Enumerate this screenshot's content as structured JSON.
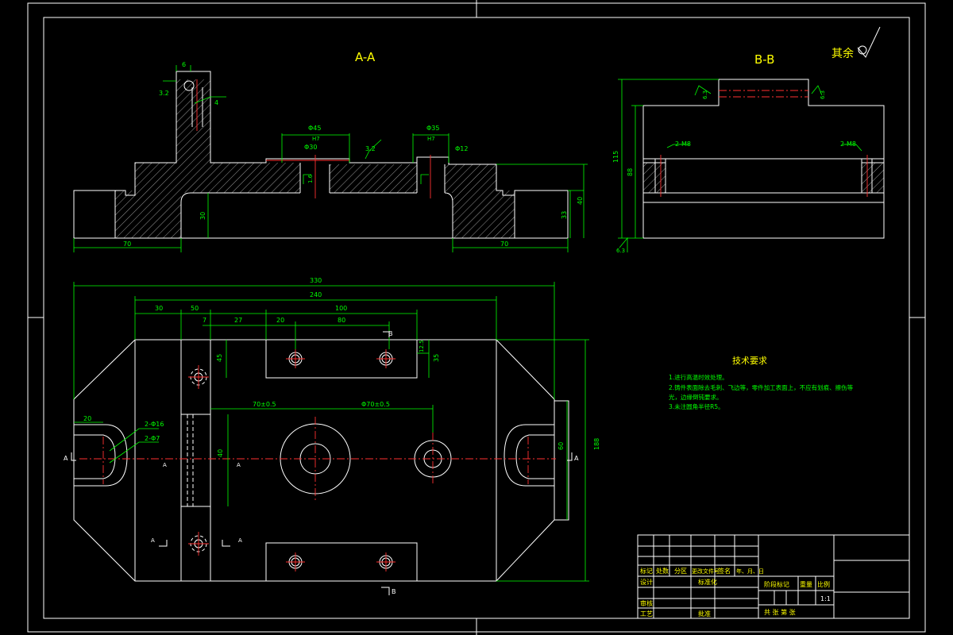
{
  "section_aa": {
    "title": "A-A"
  },
  "section_bb": {
    "title": "B-B"
  },
  "surface_note": {
    "label": "其余"
  },
  "aa_dims": {
    "left_width": "70",
    "right_width": "70",
    "height_a": "30",
    "height_b": "33",
    "height_c": "40",
    "top_w": "6",
    "top_h1": "3.2",
    "top_h2": "4",
    "phi_left": "Φ45",
    "phi_right": "Φ35",
    "phi_left2": "Φ30",
    "phi_right2": "Φ12",
    "tol_left": "H7",
    "tol_right": "H7",
    "rough": "3.2",
    "chamfer": "1.6"
  },
  "bb_dims": {
    "h1": "115",
    "h2": "88",
    "thread_left": "2-M8",
    "thread_right": "2-M8",
    "top_note_l": "6.3",
    "top_note_r": "6.3",
    "bottom_note": "6.3"
  },
  "plan_dims": {
    "overall": "330",
    "inner": "240",
    "d30": "30",
    "d50": "50",
    "d100": "100",
    "d7": "7",
    "d27": "27",
    "d20": "20",
    "d80": "80",
    "d20b": "20",
    "center_a": "70±0.5",
    "center_b": "Φ70±0.5",
    "holes_a": "2-Φ16",
    "holes_b": "2-Φ7",
    "v1": "45",
    "v2": "35",
    "v3": "12.5",
    "v4": "40",
    "v5": "188",
    "v6": "60",
    "mark_a_left": "A",
    "mark_a_right": "A",
    "mark_b": "B",
    "mark_b_bottom": "B",
    "mark_a1": "A",
    "mark_a2": "A",
    "mark_a3": "A",
    "mark_a4": "A"
  },
  "tech_req": {
    "title": "技术要求",
    "lines": [
      "1.进行高温时效处理。",
      "2.铸件表面除去毛刺、飞边等，零件加工表面上，不应有划痕、擦伤等",
      "光，边缘倒钝要求。",
      "3.未注圆角半径R5。"
    ]
  },
  "title_block": {
    "row1": [
      "标记",
      "处数",
      "分区",
      "更改文件号",
      "签名",
      "年、月、日"
    ],
    "design": "设计",
    "standard": "标准化",
    "check": "审核",
    "process": "工艺",
    "approve": "批准",
    "stage_mark": "阶段标记",
    "weight": "重量",
    "ratio": "比例",
    "scale": "1:1",
    "sheets": "共  张  第  张"
  }
}
